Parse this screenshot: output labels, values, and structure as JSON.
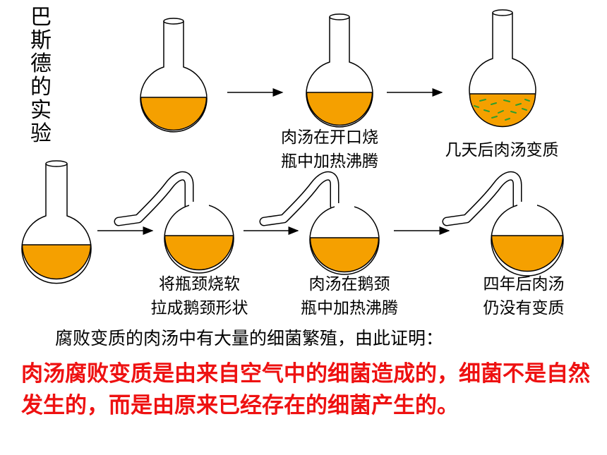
{
  "title_chars": [
    "巴",
    "斯",
    "德",
    "的",
    "实",
    "验"
  ],
  "captions": {
    "top_mid_line1": "肉汤在开口烧",
    "top_mid_line2": "瓶中加热沸腾",
    "top_right": "几天后肉汤变质",
    "bot_1_line1": "将瓶颈烧软",
    "bot_1_line2": "拉成鹅颈形状",
    "bot_2_line1": "肉汤在鹅颈",
    "bot_2_line2": "瓶中加热沸腾",
    "bot_3_line1": "四年后肉汤",
    "bot_3_line2": "仍没有变质"
  },
  "conclusion": "腐败变质的肉汤中有大量的细菌繁殖，由此证明：",
  "emphasis": "肉汤腐败变质是由来自空气中的细菌造成的，细菌不是自然发生的，而是由原来已经存在的细菌产生的。",
  "colors": {
    "broth": "#f5a000",
    "bacteria": "#2e9e2e",
    "emphasis": "#ee1111"
  },
  "icons": [
    "flask-icon",
    "swan-neck-flask-icon",
    "arrow-right-icon"
  ]
}
